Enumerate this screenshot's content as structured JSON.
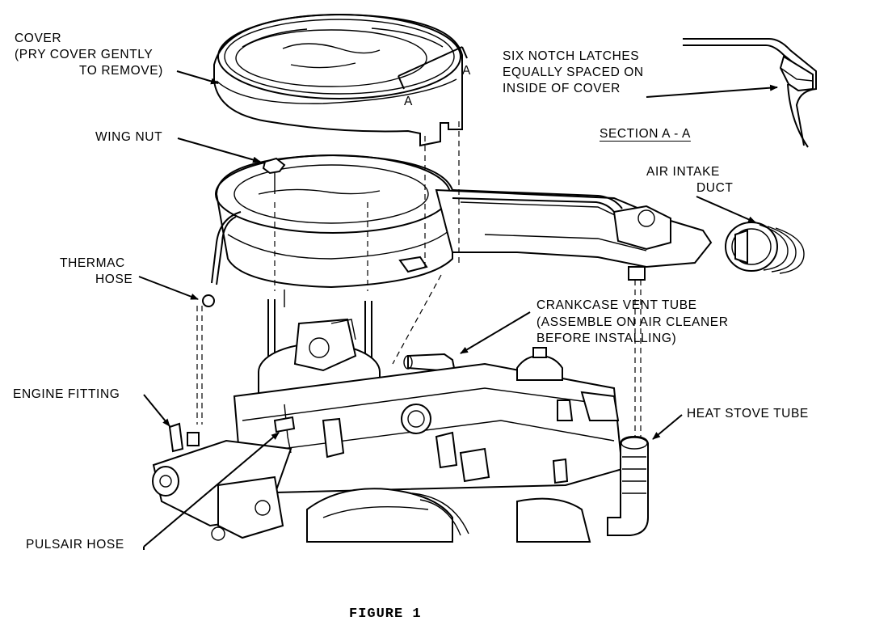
{
  "labels": {
    "cover": "COVER",
    "cover_note_1": "(PRY COVER GENTLY",
    "cover_note_2": "TO REMOVE)",
    "latches_1": "SIX NOTCH LATCHES",
    "latches_2": "EQUALLY SPACED ON",
    "latches_3": "INSIDE OF COVER",
    "section": "SECTION A - A",
    "section_mark_a": "A",
    "wing_nut": "WING NUT",
    "air_intake_1": "AIR INTAKE",
    "air_intake_2": "DUCT",
    "thermac_1": "THERMAC",
    "thermac_2": "HOSE",
    "crankcase_1": "CRANKCASE VENT TUBE",
    "crankcase_2": "(ASSEMBLE ON AIR CLEANER",
    "crankcase_3": "BEFORE INSTALLING)",
    "engine_fitting": "ENGINE FITTING",
    "heat_stove": "HEAT STOVE TUBE",
    "pulsair": "PULSAIR HOSE"
  },
  "caption": "FIGURE 1"
}
